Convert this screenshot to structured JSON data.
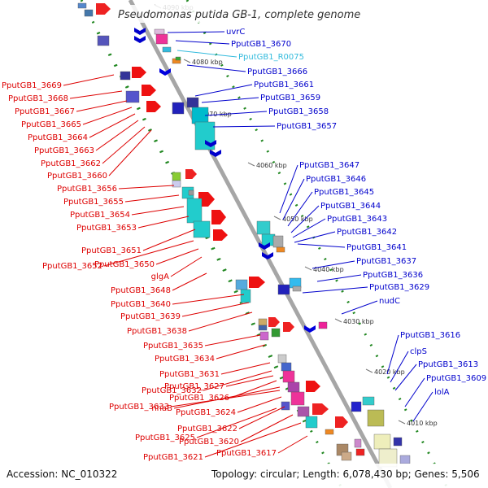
{
  "title": "Pseudomonas putida GB-1, complete genome",
  "footer": {
    "accession": "Accession: NC_010322",
    "topology": "Topology: circular; Length: 6,078,430 bp; Genes: 5,506"
  },
  "colors": {
    "backbone": "#999999",
    "plus_strand": "#0000cc",
    "minus_strand": "#ee0000",
    "rna": "#33bbdd",
    "dots": "#228822"
  },
  "tick_labels": [
    "4090 kbp",
    "4080 kbp",
    "4070 kbp",
    "4060 kbp",
    "4050 kbp",
    "4040 kbp",
    "4030 kbp",
    "4020 kbp",
    "4010 kbp"
  ],
  "right_labels": [
    "uvrC",
    "PputGB1_3670",
    "PputGB1_R0075",
    "PputGB1_3666",
    "PputGB1_3661",
    "PputGB1_3659",
    "PputGB1_3658",
    "PputGB1_3657",
    "PputGB1_3647",
    "PputGB1_3646",
    "PputGB1_3645",
    "PputGB1_3644",
    "PputGB1_3643",
    "PputGB1_3642",
    "PputGB1_3641",
    "PputGB1_3637",
    "PputGB1_3636",
    "PputGB1_3629",
    "nudC",
    "PputGB1_3616",
    "clpS",
    "PputGB1_3613",
    "PputGB1_3609",
    "lolA"
  ],
  "left_labels": [
    "PputGB1_3669",
    "PputGB1_3668",
    "PputGB1_3667",
    "PputGB1_3665",
    "PputGB1_3664",
    "PputGB1_3663",
    "PputGB1_3662",
    "PputGB1_3660",
    "PputGB1_3656",
    "PputGB1_3655",
    "PputGB1_3654",
    "PputGB1_3653",
    "PputGB1_3651",
    "PputGB1_3652",
    "PputGB1_3650",
    "glgA",
    "PputGB1_3648",
    "PputGB1_3640",
    "PputGB1_3639",
    "PputGB1_3638",
    "PputGB1_3635",
    "PputGB1_3634",
    "PputGB1_3631",
    "PputGB1_3632",
    "PputGB1_3627",
    "PputGB1_3626",
    "nhaB",
    "PputGB1_3633",
    "PputGB1_3624",
    "PputGB1_3622",
    "PputGB1_3625",
    "PputGB1_3620",
    "PputGB1_3621",
    "PputGB1_3617"
  ]
}
